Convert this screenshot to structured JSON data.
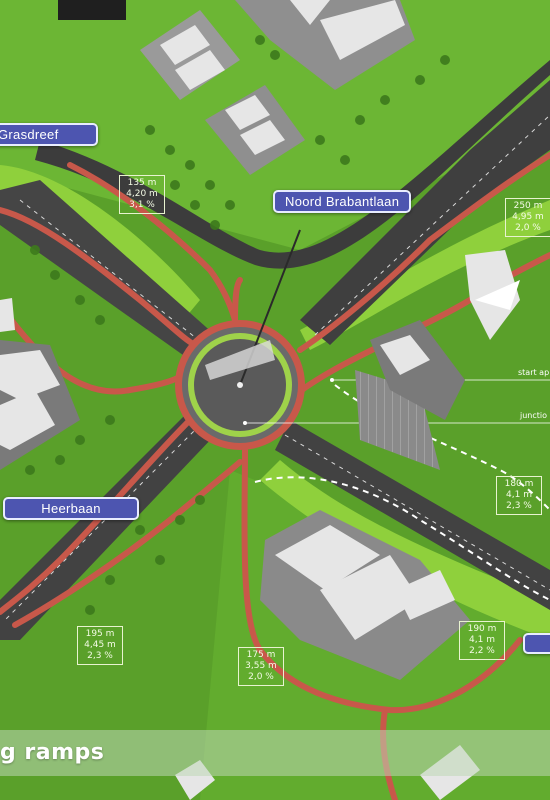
{
  "street_labels": {
    "grasdreef": "Grasdreef",
    "noord_brabantlaan": "Noord Brabantlaan",
    "heerbaan": "Heerbaan",
    "right_edge": ""
  },
  "ramp_stats": [
    {
      "length": "135 m",
      "width": "4,20 m",
      "grade": "3,1 %"
    },
    {
      "length": "250 m",
      "width": "4,95 m",
      "grade": "2,0 %"
    },
    {
      "length": "180 m",
      "width": "4,1 m",
      "grade": "2,3 %"
    },
    {
      "length": "195 m",
      "width": "4,45 m",
      "grade": "2,3 %"
    },
    {
      "length": "175 m",
      "width": "3,55 m",
      "grade": "2,0 %"
    },
    {
      "length": "190 m",
      "width": "4,1 m",
      "grade": "2,2 %"
    }
  ],
  "callouts": {
    "start": "start ap",
    "junction": "junctio"
  },
  "banner": {
    "text": "g ramps"
  },
  "colors": {
    "grass": "#5aa02a",
    "grass_light": "#8fd03c",
    "road": "#4a4a4a",
    "cycle_path": "#c8584a",
    "sign_blue": "#4d55b0",
    "building_roof": "#e6e6e6"
  }
}
